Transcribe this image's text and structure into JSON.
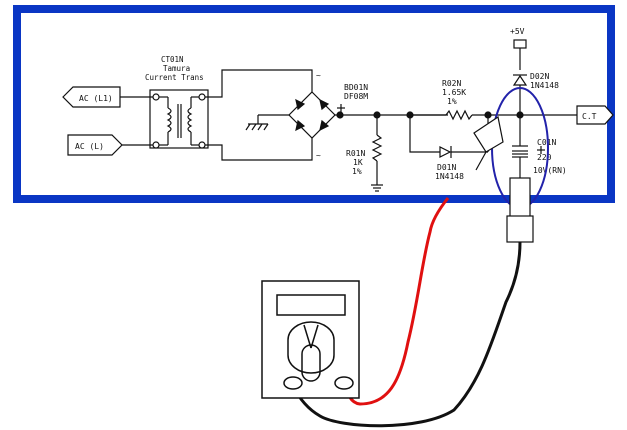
{
  "labels": {
    "ac_l1": "AC (L1)",
    "ac_l": "AC (L)",
    "ct_ref": "CT01N",
    "ct_maker": "Tamura",
    "ct_desc": "Current Trans",
    "bridge_ref": "BD01N",
    "bridge_part": "DF08M",
    "r02_ref": "R02N",
    "r02_value": "1.65K",
    "r02_tol": "1%",
    "r01_ref": "R01N",
    "r01_value": "1K",
    "r01_tol": "1%",
    "d01_ref": "D01N",
    "d01_part": "1N4148",
    "d02_ref": "D02N",
    "d02_part": "1N4148",
    "vcc": "+5V",
    "c01_ref": "C01N",
    "c01_value": "220",
    "c01_rating": "10V(RN)",
    "output": "C.T"
  },
  "colors": {
    "frame": "#0a36c4",
    "highlight": "#2222aa",
    "probe_red": "#e01010",
    "probe_black": "#111111"
  }
}
